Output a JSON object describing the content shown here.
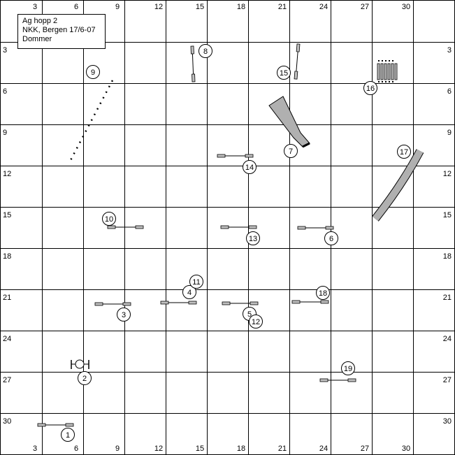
{
  "info": {
    "title": "Ag hopp 2",
    "event": "NKK, Bergen 17/6-07",
    "judge": "Dommer"
  },
  "axes": {
    "top": [
      "3",
      "6",
      "9",
      "12",
      "15",
      "18",
      "21",
      "24",
      "27",
      "30"
    ],
    "bottom": [
      "3",
      "6",
      "9",
      "12",
      "15",
      "18",
      "21",
      "24",
      "27",
      "30"
    ],
    "left": [
      "3",
      "6",
      "9",
      "12",
      "15",
      "18",
      "21",
      "24",
      "27",
      "30"
    ],
    "right": [
      "3",
      "6",
      "9",
      "12",
      "15",
      "18",
      "21",
      "24",
      "27",
      "30"
    ]
  },
  "obstacles": [
    {
      "number": "1",
      "type": "jump"
    },
    {
      "number": "2",
      "type": "tire"
    },
    {
      "number": "3",
      "type": "jump"
    },
    {
      "number": "4",
      "type": "jump"
    },
    {
      "number": "5",
      "type": "jump"
    },
    {
      "number": "6",
      "type": "jump"
    },
    {
      "number": "7",
      "type": "closed-tunnel"
    },
    {
      "number": "8",
      "type": "jump"
    },
    {
      "number": "9",
      "type": "path"
    },
    {
      "number": "10",
      "type": "jump"
    },
    {
      "number": "11",
      "type": "jump"
    },
    {
      "number": "12",
      "type": "jump"
    },
    {
      "number": "13",
      "type": "jump"
    },
    {
      "number": "14",
      "type": "jump"
    },
    {
      "number": "15",
      "type": "jump"
    },
    {
      "number": "16",
      "type": "weave-poles"
    },
    {
      "number": "17",
      "type": "tunnel"
    },
    {
      "number": "18",
      "type": "jump"
    },
    {
      "number": "19",
      "type": "jump"
    }
  ],
  "colors": {
    "grid": "#000000",
    "bar_fill": "#c0c0c0",
    "tunnel_fill": "#b0b0b0"
  }
}
